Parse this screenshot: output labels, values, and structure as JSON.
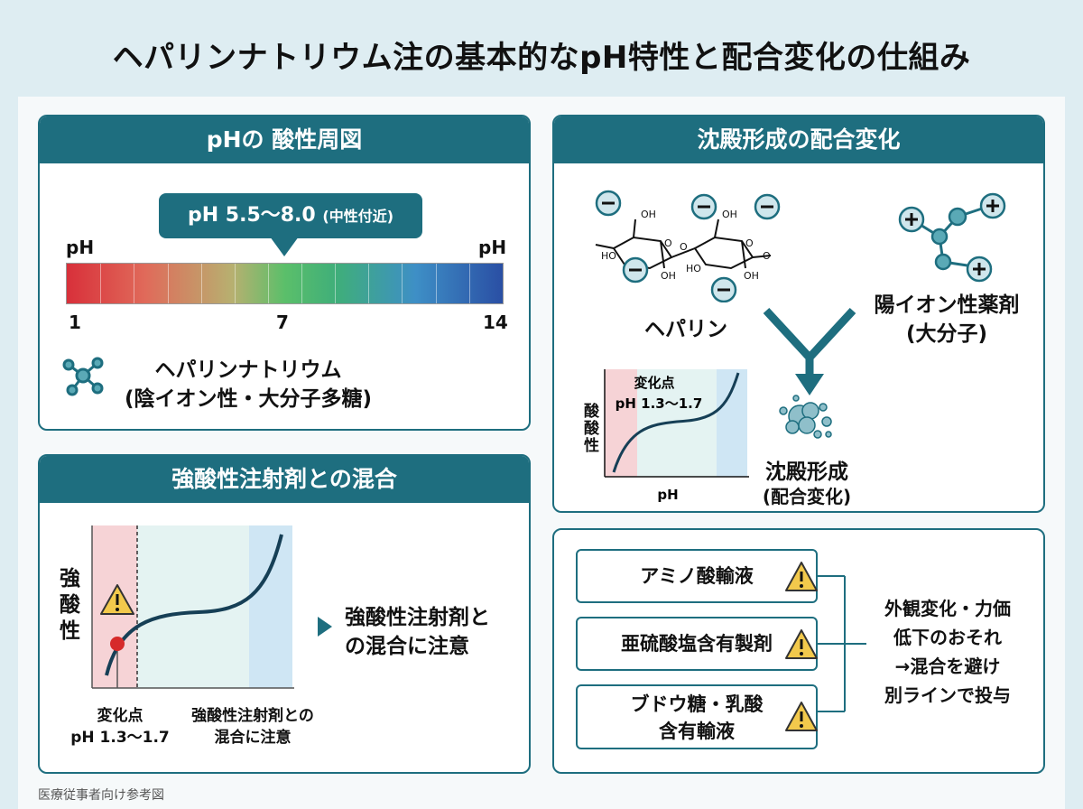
{
  "title": "ヘパリンナトリウム注の基本的なpH特性と配合変化の仕組み",
  "panel_ph": {
    "header": "pHの 酸性周図",
    "callout_main": "pH 5.5〜8.0",
    "callout_sub": "(中性付近)",
    "label_left": "pH",
    "label_right": "pH",
    "tick_min": "1",
    "tick_mid": "7",
    "tick_max": "14",
    "molecule_line1": "ヘパリンナトリウム",
    "molecule_line2": "(陰イオン性・大分子多糖)"
  },
  "panel_mix": {
    "header": "強酸性注射剤との混合",
    "yaxis": "強酸性",
    "point_label_line1": "変化点",
    "point_label_line2": "pH 1.3〜1.7",
    "region_label_line1": "強酸性注射剤との",
    "region_label_line2": "混合に注意",
    "note_line1": "強酸性注射剤と",
    "note_line2": "の混合に注意"
  },
  "panel_precip": {
    "header": "沈殿形成の配合変化",
    "heparin_label": "ヘパリン",
    "cation_label_line1": "陽イオン性薬剤",
    "cation_label_line2": "(大分子)",
    "chart_point_line1": "変化点",
    "chart_point_line2": "pH 1.3〜1.7",
    "chart_yaxis": "酸酸性",
    "chart_xaxis": "pH",
    "result_line1": "沈殿形成",
    "result_line2": "(配合変化)",
    "molecule_atoms": [
      "OH",
      "O",
      "HO",
      "OH",
      "O",
      "HO",
      "OH",
      "O",
      "OH",
      "O"
    ]
  },
  "panel_caution": {
    "items": [
      "アミノ酸輸液",
      "亜硫酸塩含有製剤",
      "ブドウ糖・乳酸",
      "含有輸液"
    ],
    "result_line1": "外観変化・力価",
    "result_line2": "低下のおそれ",
    "result_line3": "→混合を避け",
    "result_line4": "別ラインで投与"
  },
  "footer": "医療従事者向け参考図",
  "colors": {
    "teal": "#1e6e7f",
    "acid_zone": "#f6d3d6",
    "neutral_zone": "#e4f3f2",
    "alkaline_zone": "#cfe6f4",
    "warning": "#f2c94c",
    "marker": "#d62a2a"
  }
}
